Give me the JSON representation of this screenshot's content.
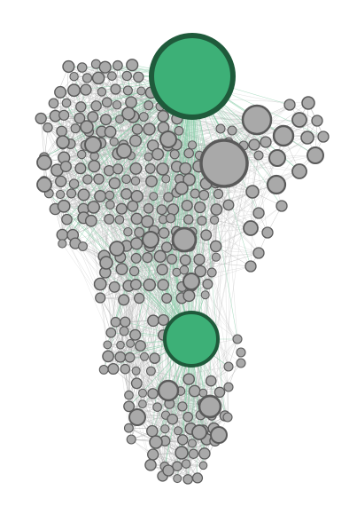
{
  "colors": {
    "background": "#ffffff",
    "node_fill_gray": "#a9a9a9",
    "node_stroke_gray": "#5a5a5a",
    "hub_fill_green": "#3db077",
    "hub_stroke_green": "#1f5a3b",
    "edge_gray": "#b3b3b3",
    "edge_green": "#8fd0ad"
  },
  "graph": {
    "type": "network",
    "hub_count": 2,
    "large_gray_node_count": 2,
    "clusters": [
      "upper-cluster",
      "lower-cluster"
    ]
  }
}
